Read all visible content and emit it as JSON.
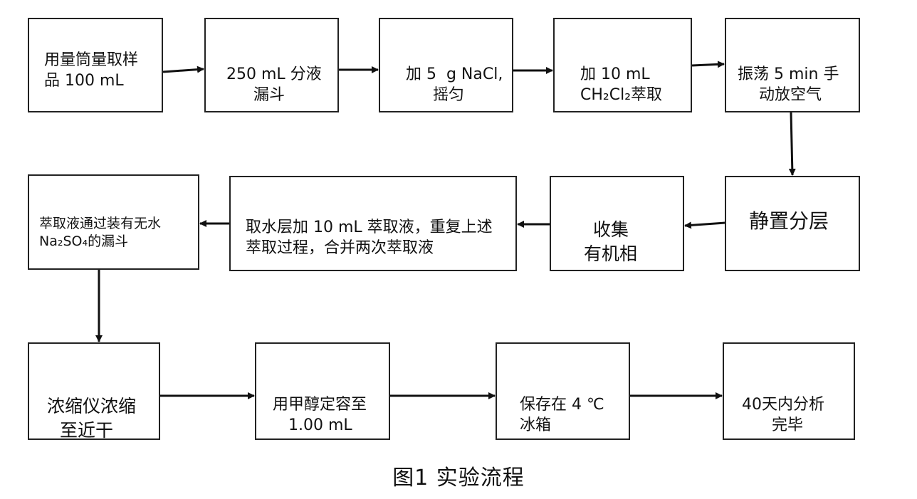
{
  "diagram": {
    "caption": "图1  实验流程",
    "steps": [
      {
        "lines": [
          "用量筒量取样",
          "品 100 mL"
        ]
      },
      {
        "lines": [
          "250 mL 分液",
          "漏斗"
        ]
      },
      {
        "lines": [
          "加 5  g NaCl,",
          "摇匀"
        ]
      },
      {
        "lines": [
          "加 10 mL",
          "CH₂Cl₂萃取"
        ]
      },
      {
        "lines": [
          "振荡 5 min 手",
          "动放空气"
        ]
      },
      {
        "lines": [
          "静置分层"
        ]
      },
      {
        "lines": [
          "收集",
          "有机相"
        ]
      },
      {
        "lines": [
          "取水层加 10 mL 萃取液，重复上述",
          "萃取过程，合并两次萃取液"
        ]
      },
      {
        "lines": [
          "萃取液通过装有无水",
          "Na₂SO₄的漏斗"
        ]
      },
      {
        "lines": [
          "浓缩仪浓缩",
          "至近干"
        ]
      },
      {
        "lines": [
          "用甲醇定容至",
          "1.00 mL"
        ]
      },
      {
        "lines": [
          "保存在 4 ℃",
          "冰箱"
        ]
      },
      {
        "lines": [
          "40天内分析",
          "完毕"
        ]
      }
    ]
  }
}
